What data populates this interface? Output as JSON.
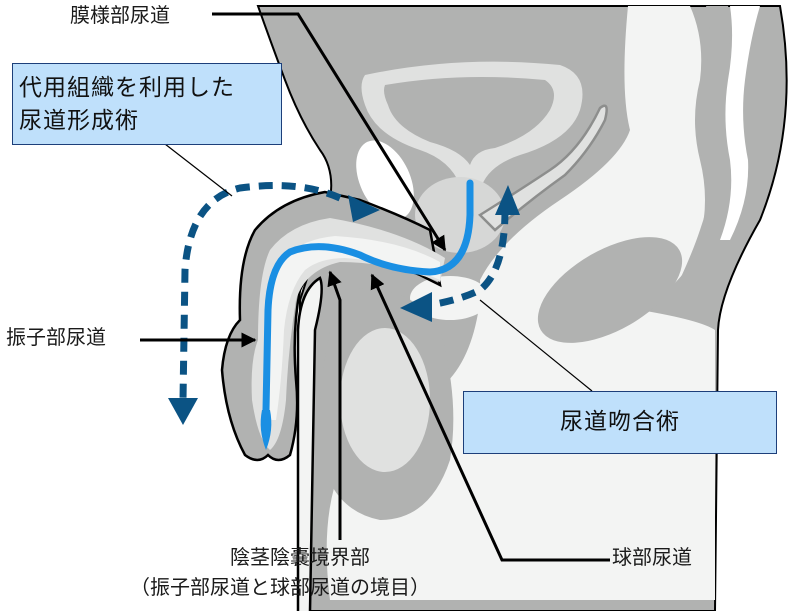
{
  "labels": {
    "membranous_urethra": "膜様部尿道",
    "pendulous_urethra": "振子部尿道",
    "penoscrotal_junction": "陰茎陰嚢境界部",
    "penoscrotal_junction_note": "（振子部尿道と球部尿道の境目）",
    "bulbar_urethra": "球部尿道"
  },
  "boxes": {
    "substitute_tissue_line1": "代用組織を利用した",
    "substitute_tissue_line2": "尿道形成術",
    "anastomosis": "尿道吻合術"
  },
  "colors": {
    "urethra": "#1a8fe3",
    "dashed_arrow": "#0b5384",
    "box_fill": "#bfe0fb",
    "box_border": "#1d3f7a",
    "tissue_dark": "#b1b2b1",
    "tissue_mid": "#d6d7d6",
    "tissue_light": "#f3f4f3"
  },
  "icons": {
    "pointer_arrows": "arrow-icon",
    "dashed_arrows": "dashed-arrow-icon"
  }
}
